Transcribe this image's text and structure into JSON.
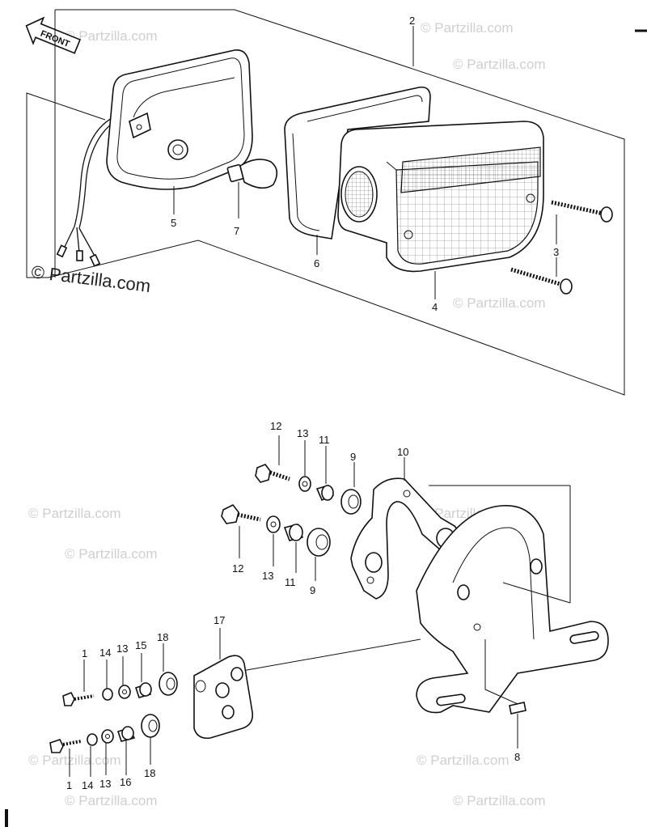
{
  "front_label": "FRONT",
  "watermarks": {
    "main": "© Partzilla.com",
    "faint": "© Partzilla.com"
  },
  "callouts": {
    "c1a": "1",
    "c1b": "1",
    "c2": "2",
    "c3": "3",
    "c4": "4",
    "c5": "5",
    "c6": "6",
    "c7": "7",
    "c8": "8",
    "c9a": "9",
    "c9b": "9",
    "c10": "10",
    "c11a": "11",
    "c11b": "11",
    "c12a": "12",
    "c12b": "12",
    "c13a": "13",
    "c13b": "13",
    "c13c": "13",
    "c13d": "13",
    "c14a": "14",
    "c14b": "14",
    "c15": "15",
    "c16": "16",
    "c17": "17",
    "c18a": "18",
    "c18b": "18"
  }
}
